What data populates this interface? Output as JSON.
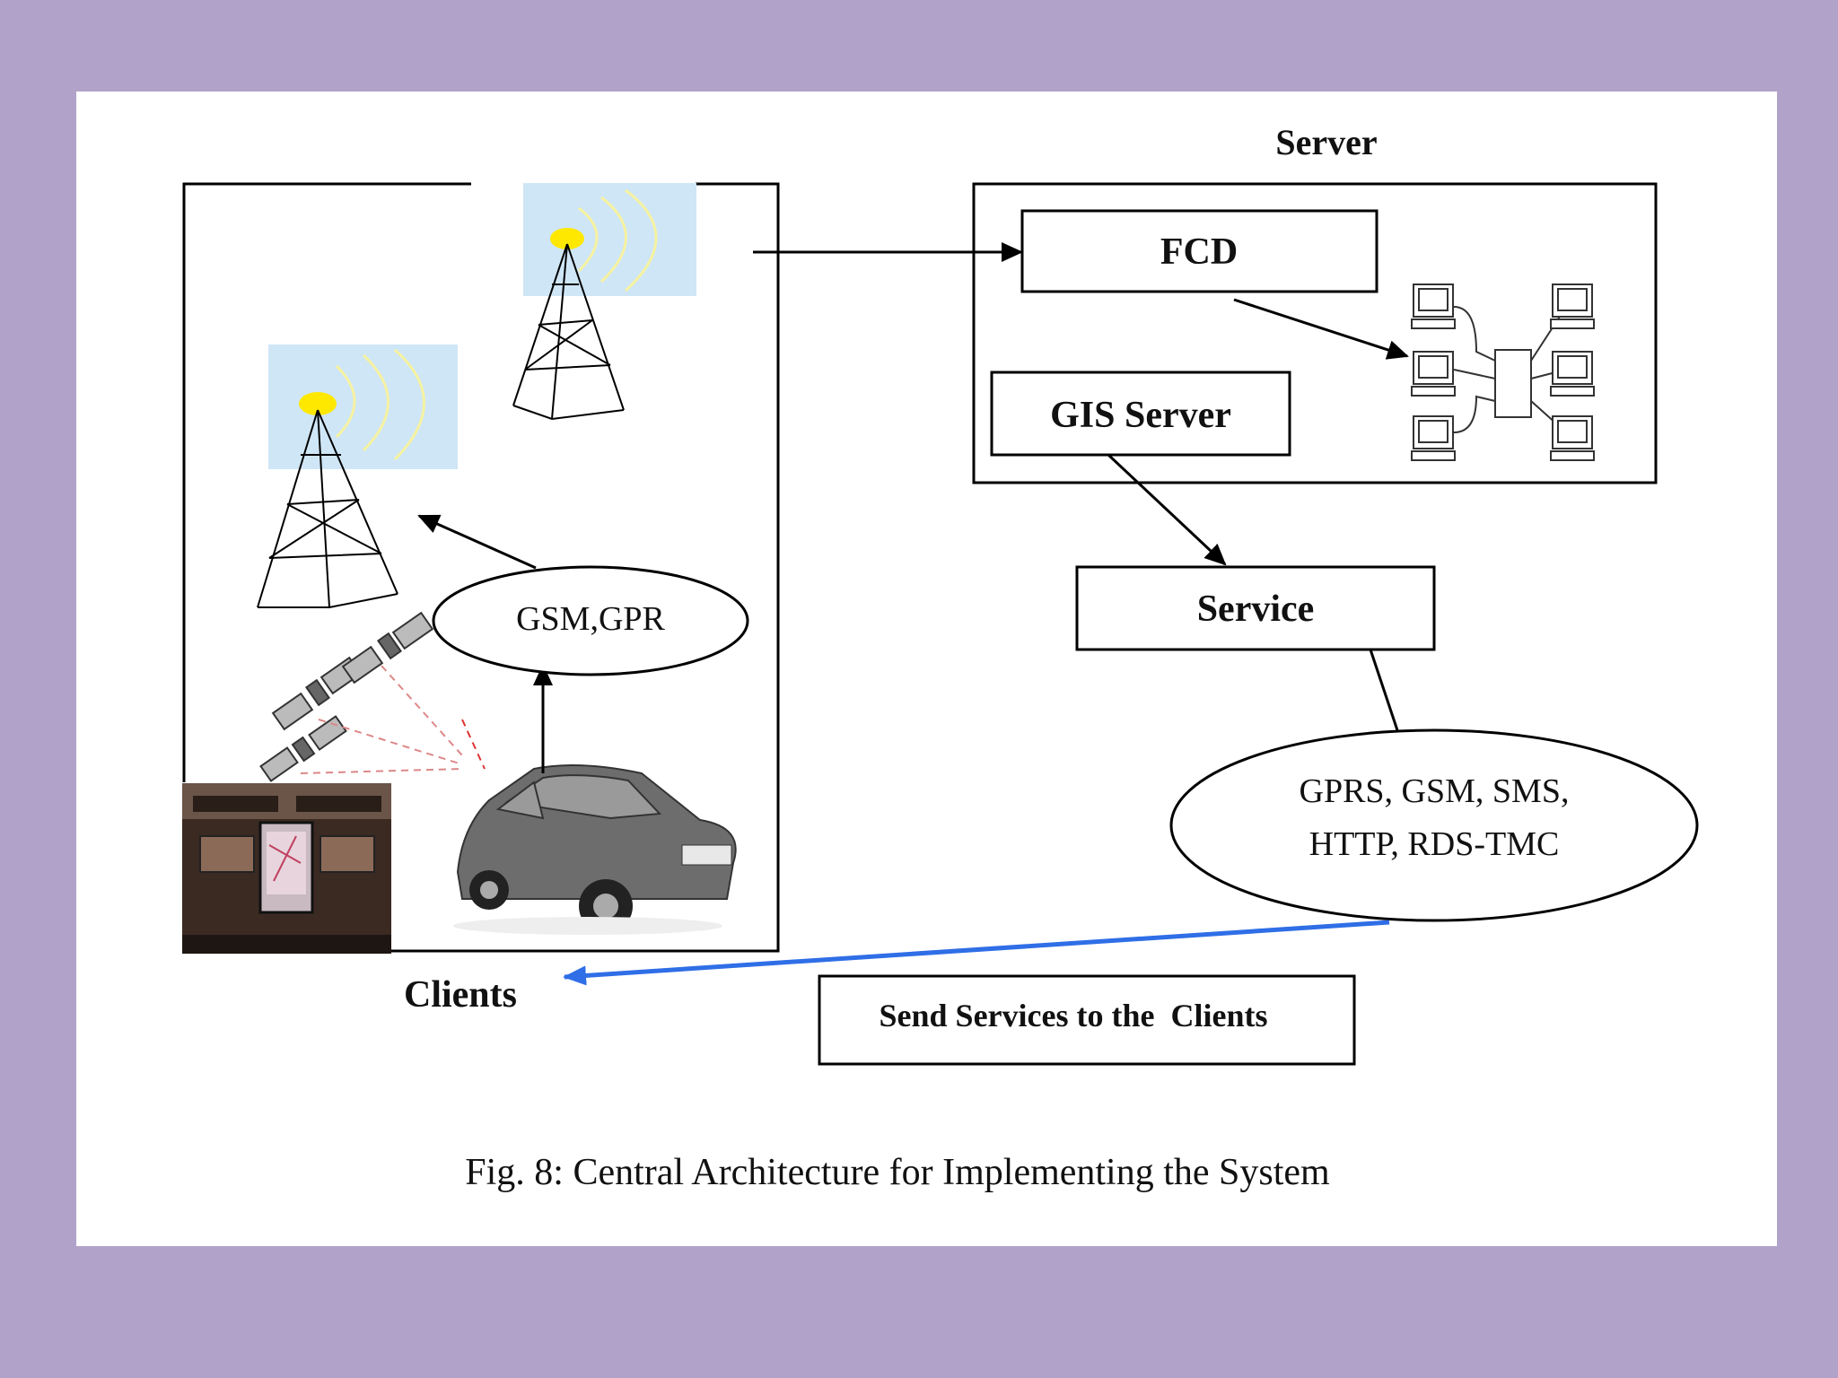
{
  "colors": {
    "background": "#b1a2c9",
    "slide": "#ffffff",
    "line": "#000000",
    "return_arrow": "#2f6ee6",
    "tower_sky": "#cfe6f6",
    "tower_light": "#ffe800"
  },
  "diagram": {
    "server_heading": "Server",
    "fcd_label": "FCD",
    "gis_server_label": "GIS Server",
    "service_label": "Service",
    "client_protocol": "GSM,GPR",
    "service_protocols_line1": "GPRS, GSM, SMS,",
    "service_protocols_line2": "HTTP, RDS-TMC",
    "clients_label": "Clients",
    "send_services_label": "Send Services to the  Clients",
    "caption": "Fig. 8: Central Architecture for Implementing the System"
  },
  "icons": [
    "cell-tower-icon",
    "satellite-icon",
    "car-icon",
    "car-navigation-photo",
    "computer-network-icon"
  ]
}
